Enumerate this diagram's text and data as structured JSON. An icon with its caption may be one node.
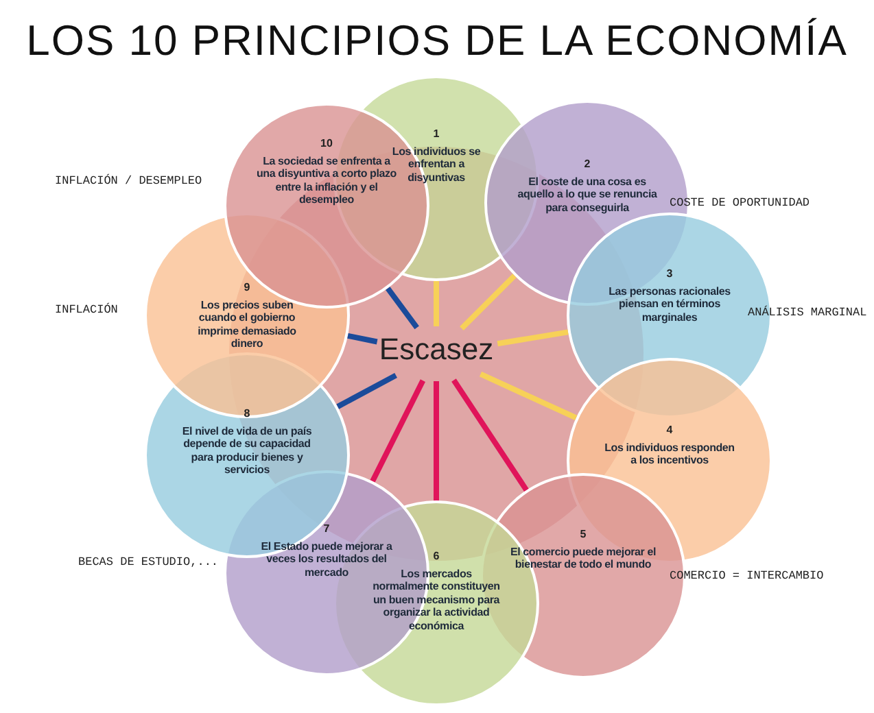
{
  "diagram": {
    "title": "LOS 10 PRINCIPIOS DE LA ECONOMÍA",
    "nodes": [
      {
        "text": [
          "Escasez"
        ]
      },
      {
        "text": [
          "1",
          "Los individuos se enfrentan a disyuntivas"
        ]
      },
      {
        "text": [
          "2",
          "El coste de una cosa es aquello a lo que se renuncia para conseguirla"
        ],
        "beside": [
          "COSTE DE OPORTUNIDAD"
        ]
      },
      {
        "text": [
          "3",
          "Las personas racionales piensan en términos marginales"
        ],
        "beside": [
          "ANÁLISIS MARGINAL"
        ]
      },
      {
        "text": [
          "4",
          "Los individuos responden a los incentivos"
        ]
      },
      {
        "text": [
          "5",
          "El comercio puede mejorar el bienestar de todo el mundo"
        ],
        "beside": [
          "COMERCIO = INTERCAMBIO"
        ]
      },
      {
        "text": [
          "6",
          "Los mercados normalmente constituyen un buen mecanismo para organizar la actividad económica"
        ]
      },
      {
        "text": [
          "7",
          "El Estado puede mejorar a veces los resultados del mercado"
        ]
      },
      {
        "text": [
          "8",
          "El nivel de vida de un país depende de su capacidad para producir bienes y servicios"
        ]
      },
      {
        "text": [
          "9",
          "Los precios suben cuando el gobierno imprime demasiado dinero"
        ],
        "beside": [
          "INFLACIÓN"
        ]
      },
      {
        "text": [
          "10",
          "La sociedad se enfrenta a una disyuntiva a corto plazo entre la inflación y el desempleo"
        ],
        "beside": [
          "INFLACIÓN / DESEMPLEO"
        ]
      }
    ],
    "edges": [
      {
        "from": 0,
        "to": 1,
        "arrow": "none",
        "color": "#f7d158"
      },
      {
        "from": 0,
        "to": 2,
        "arrow": "none",
        "color": "#f7d158"
      },
      {
        "from": 0,
        "to": 3,
        "arrow": "none",
        "color": "#f7d158"
      },
      {
        "from": 0,
        "to": 4,
        "arrow": "none",
        "color": "#f7d158"
      },
      {
        "from": 0,
        "to": 5,
        "arrow": "none",
        "color": "#e0145a"
      },
      {
        "from": 0,
        "to": 6,
        "arrow": "none",
        "color": "#e0145a"
      },
      {
        "from": 0,
        "to": 7,
        "arrow": "none",
        "color": "#e0145a"
      },
      {
        "from": 0,
        "to": 8,
        "arrow": "none",
        "color": "#1b4b9a"
      },
      {
        "from": 0,
        "to": 9,
        "arrow": "none",
        "color": "#1b4b9a"
      },
      {
        "from": 0,
        "to": 10,
        "arrow": "none",
        "color": "#1b4b9a"
      }
    ],
    "labels": [
      "BECAS DE ESTUDIO,..."
    ]
  }
}
